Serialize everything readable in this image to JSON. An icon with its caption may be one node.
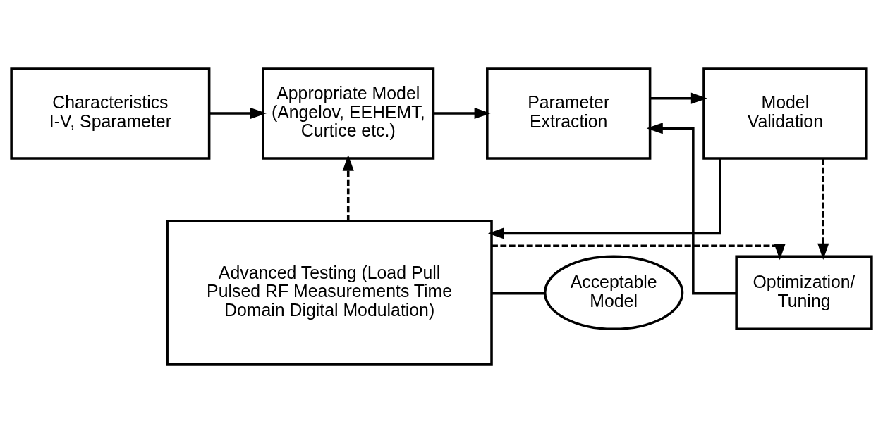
{
  "diagram": {
    "nodes": [
      {
        "text": [
          "Characteristics I-V, Sparameter"
        ]
      },
      {
        "text": [
          "Appropriate Model (Angelov, EEHEMT, Curtice etc.)"
        ]
      },
      {
        "text": [
          "Parameter Extraction"
        ]
      },
      {
        "text": [
          "Model Validation"
        ]
      },
      {
        "text": [
          "Optimization/ Tuning"
        ]
      },
      {
        "text": [
          "Acceptable Model"
        ]
      },
      {
        "text": [
          "Advanced Testing (Load Pull Pulsed RF Measurements Time Domain Digital Modulation)"
        ]
      }
    ],
    "edges": [
      {
        "from": 0,
        "to": 1,
        "arrow": "to"
      },
      {
        "from": 1,
        "to": 2,
        "arrow": "to"
      },
      {
        "from": 2,
        "to": 3,
        "arrow": "to"
      },
      {
        "from": 4,
        "to": 2,
        "arrow": "to"
      },
      {
        "from": 3,
        "to": 4,
        "arrow": "to",
        "style": "dashed"
      },
      {
        "from": 6,
        "to": 1,
        "arrow": "to",
        "style": "dashed"
      },
      {
        "from": 6,
        "to": 4,
        "arrow": "to",
        "style": "dashed"
      },
      {
        "from": 3,
        "to": 6,
        "arrow": "to"
      },
      {
        "from": 6,
        "to": 5,
        "arrow": "none"
      }
    ]
  }
}
